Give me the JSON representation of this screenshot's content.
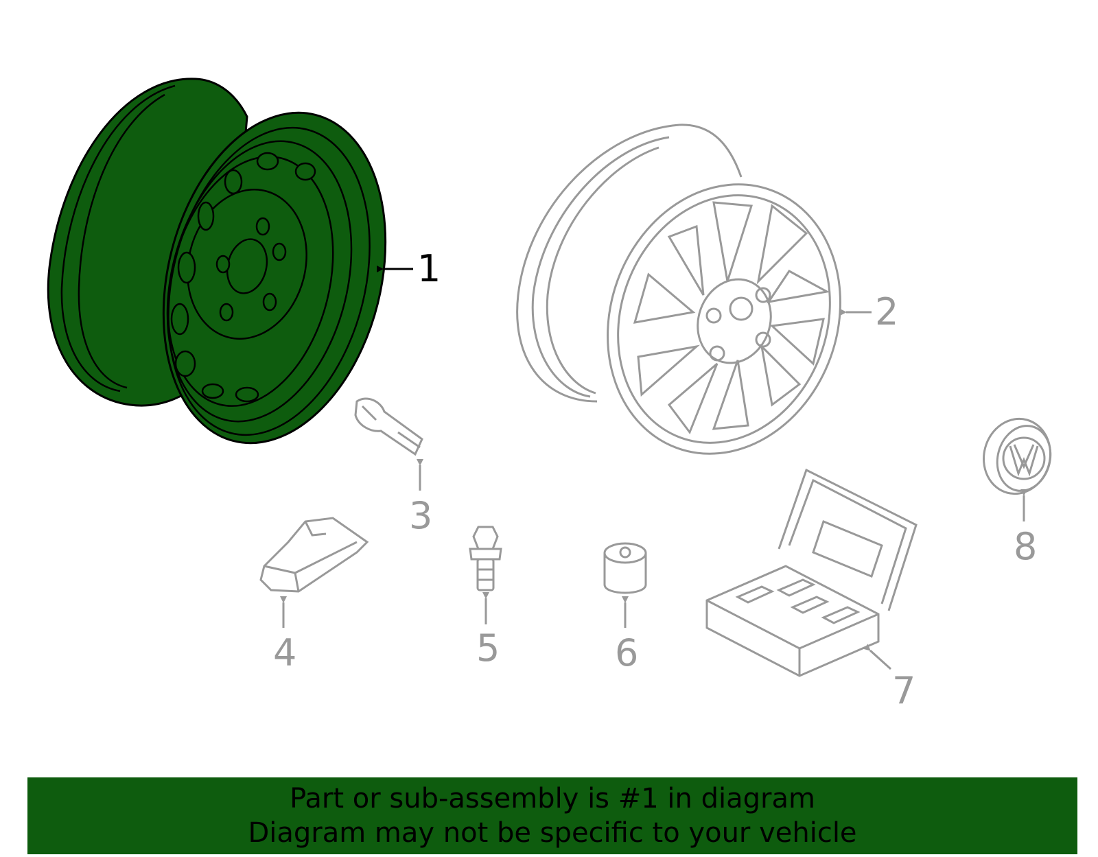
{
  "parts": [
    {
      "number": "1",
      "highlighted": true
    },
    {
      "number": "2",
      "highlighted": false
    },
    {
      "number": "3",
      "highlighted": false
    },
    {
      "number": "4",
      "highlighted": false
    },
    {
      "number": "5",
      "highlighted": false
    },
    {
      "number": "6",
      "highlighted": false
    },
    {
      "number": "7",
      "highlighted": false
    },
    {
      "number": "8",
      "highlighted": false
    }
  ],
  "footer": {
    "line1": "Part or sub-assembly is #1 in diagram",
    "line2": "Diagram may not be specific to your vehicle"
  },
  "colors": {
    "highlight_fill": "#0e5c0e",
    "part_outline": "#999999",
    "highlight_outline": "#000000",
    "footer_background": "#0e5c0e"
  }
}
